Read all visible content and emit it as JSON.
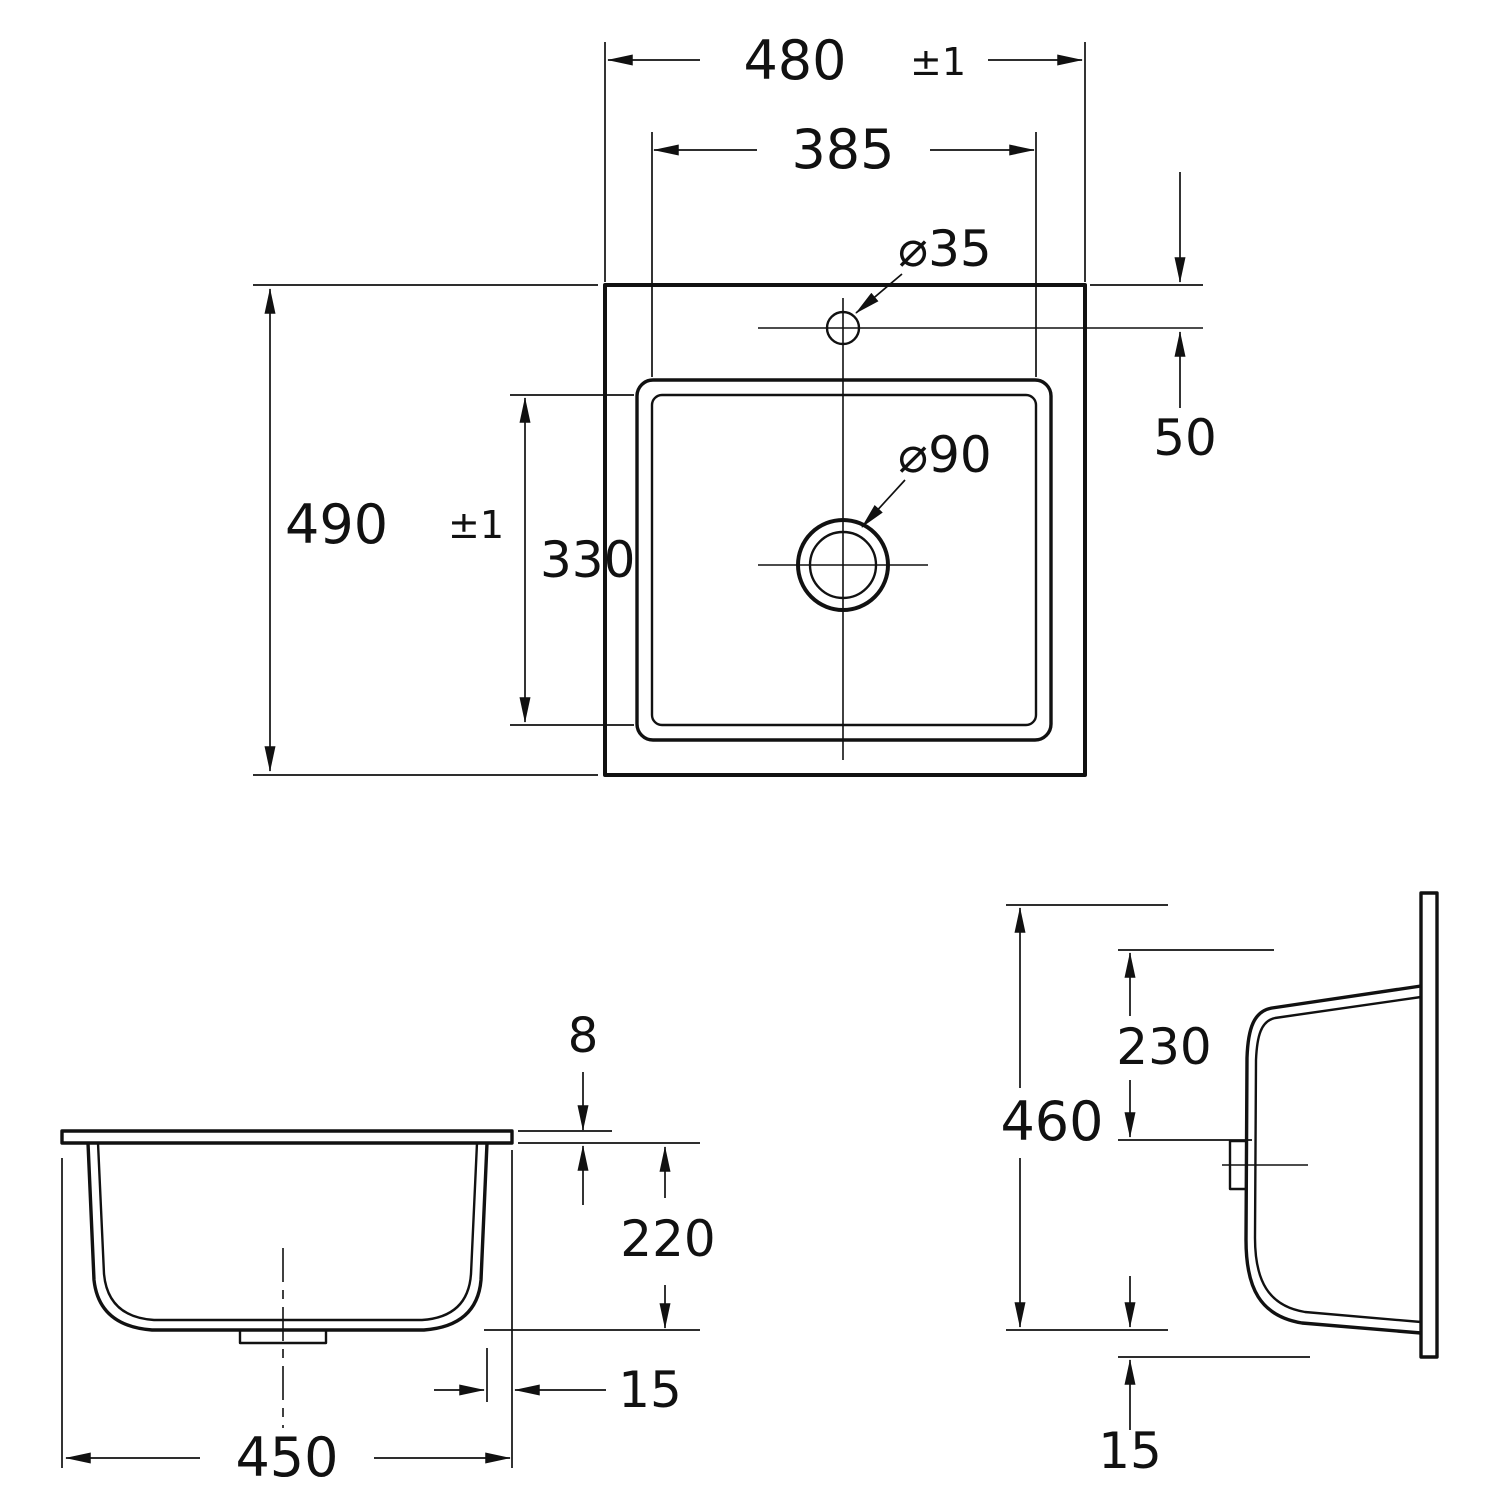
{
  "colors": {
    "background": "#ffffff",
    "line": "#111111"
  },
  "views": {
    "top": {
      "overall_width": "480",
      "overall_width_tolerance": "±1",
      "bowl_width": "385",
      "tap_hole_diameter": "⌀35",
      "tap_hole_offset": "50",
      "overall_depth": "490",
      "overall_depth_tolerance": "±1",
      "bowl_depth": "330",
      "drain_diameter": "⌀90"
    },
    "front": {
      "rim_thickness": "8",
      "bowl_height": "220",
      "edge_clearance": "15",
      "bowl_width": "450"
    },
    "side": {
      "overall_height": "460",
      "bowl_inner_height": "230",
      "bottom_clearance": "15"
    }
  }
}
